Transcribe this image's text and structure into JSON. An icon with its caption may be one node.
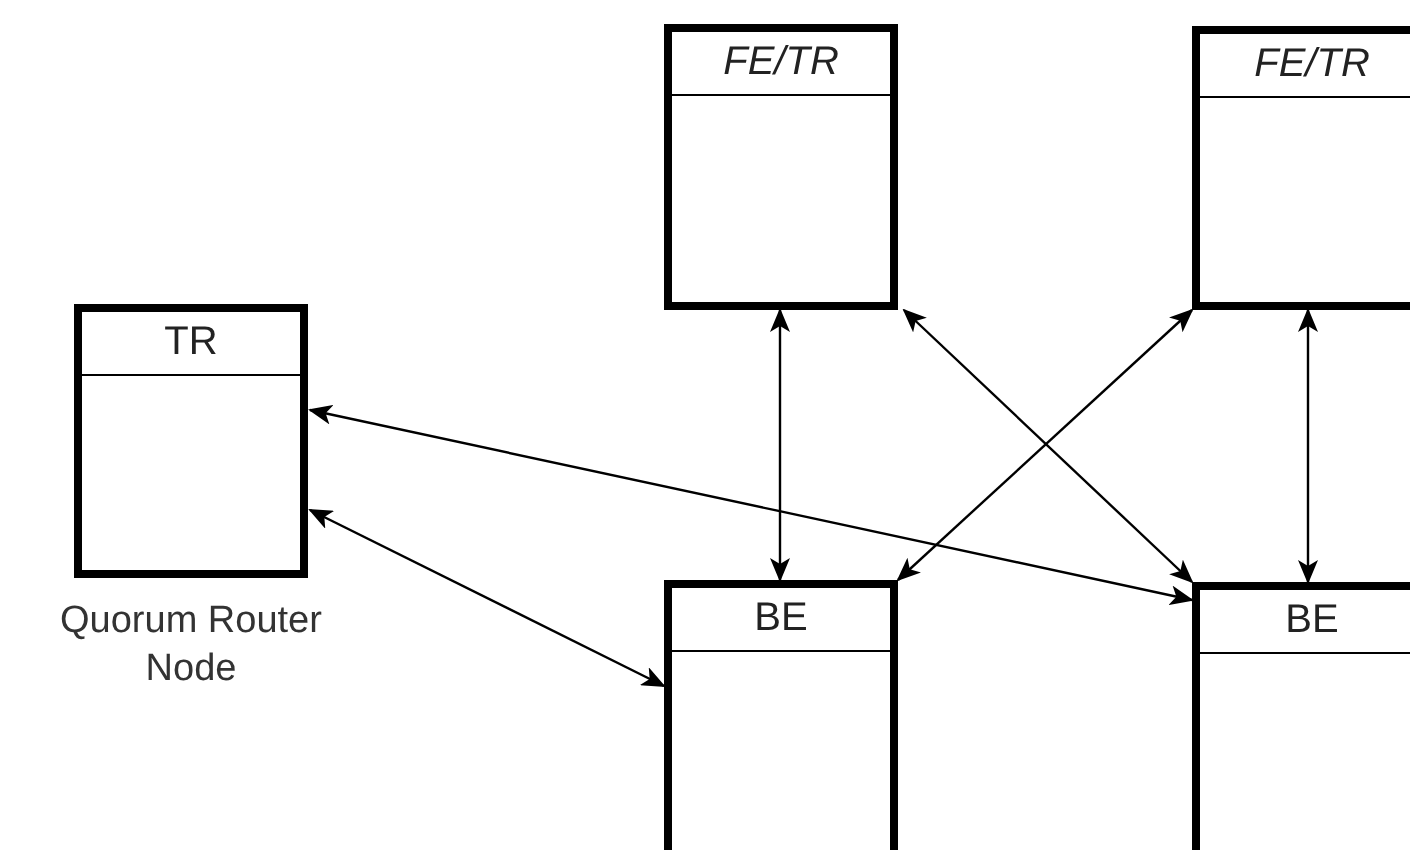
{
  "diagram": {
    "nodes": [
      {
        "text": [
          "TR"
        ],
        "beside": [
          "Quorum Router Node"
        ]
      },
      {
        "text": [
          "FE/TR"
        ]
      },
      {
        "text": [
          "FE/TR"
        ]
      },
      {
        "text": [
          "BE"
        ]
      },
      {
        "text": [
          "BE"
        ]
      }
    ],
    "edges": [
      {
        "from": 0,
        "to": 4,
        "arrow": "both"
      },
      {
        "from": 0,
        "to": 3,
        "arrow": "both"
      },
      {
        "from": 1,
        "to": 3,
        "arrow": "both"
      },
      {
        "from": 1,
        "to": 4,
        "arrow": "both"
      },
      {
        "from": 2,
        "to": 3,
        "arrow": "both"
      },
      {
        "from": 2,
        "to": 4,
        "arrow": "both"
      }
    ]
  }
}
